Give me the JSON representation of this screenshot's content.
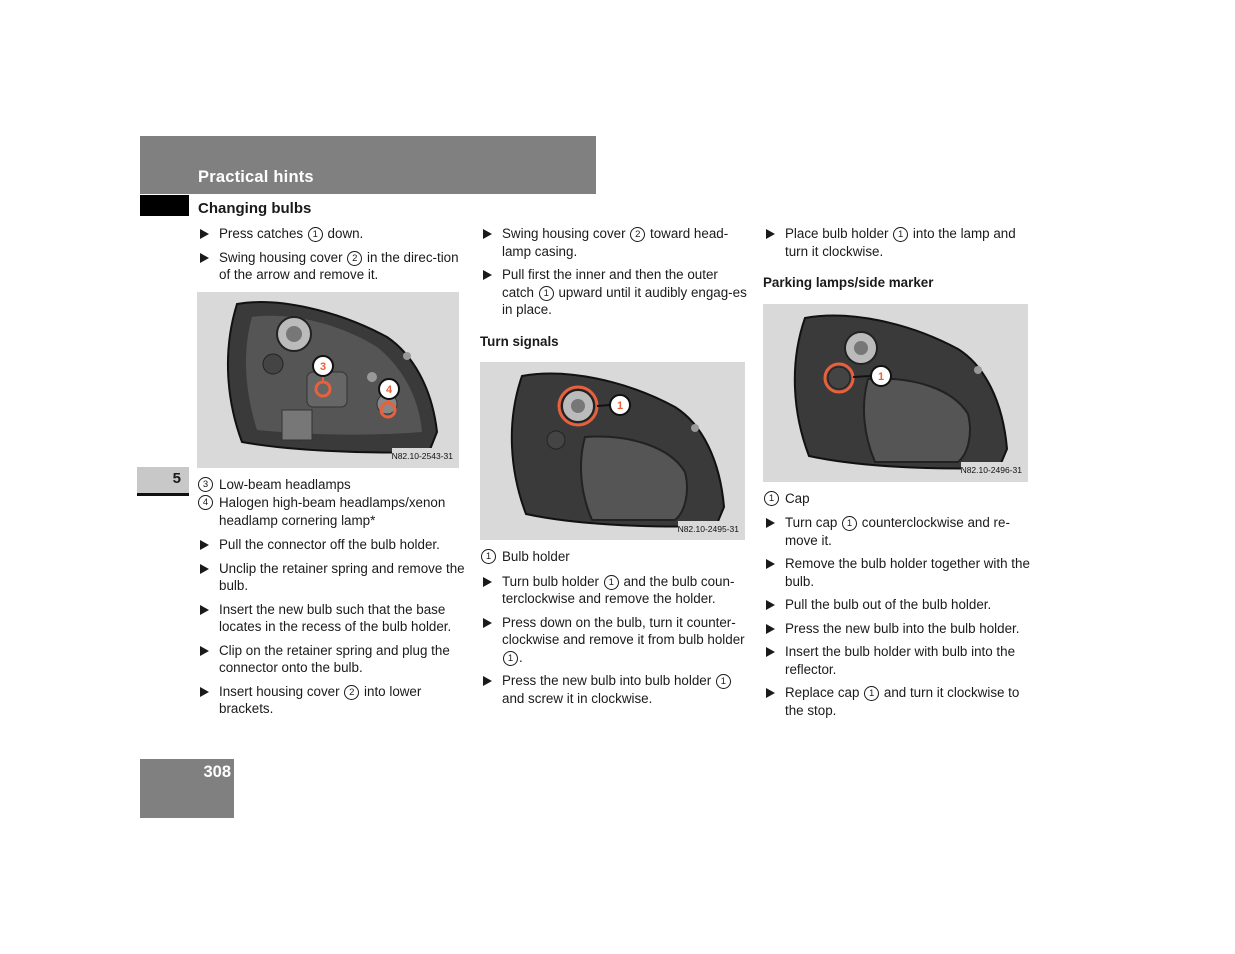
{
  "header": {
    "section_title": "Practical hints",
    "sub_title": "Changing bulbs"
  },
  "chapter_tab": "5",
  "page_number": "308",
  "col1": {
    "steps_before": [
      [
        "Press catches ",
        "1",
        " down."
      ],
      [
        "Swing housing cover ",
        "2",
        " in the direc-tion of the arrow and remove it."
      ]
    ],
    "figure": {
      "code": "N82.10-2543-31",
      "callouts": [
        "3",
        "4"
      ]
    },
    "legend": [
      {
        "num": "3",
        "text": "Low-beam headlamps"
      },
      {
        "num": "4",
        "text": "Halogen high-beam headlamps/xenon headlamp cornering lamp*"
      }
    ],
    "steps_after": [
      [
        "Pull the connector off the bulb holder."
      ],
      [
        "Unclip the retainer spring and remove the bulb."
      ],
      [
        "Insert the new bulb such that the base locates in the recess of the bulb holder."
      ],
      [
        "Clip on the retainer spring and plug the connector onto the bulb."
      ],
      [
        "Insert housing cover ",
        "2",
        " into lower brackets."
      ]
    ]
  },
  "col2": {
    "steps_before": [
      [
        "Swing housing cover ",
        "2",
        " toward head-lamp casing."
      ],
      [
        "Pull first the inner and then the outer catch ",
        "1",
        " upward until it audibly engag-es in place."
      ]
    ],
    "heading": "Turn signals",
    "figure": {
      "code": "N82.10-2495-31",
      "callouts": [
        "1"
      ]
    },
    "legend": [
      {
        "num": "1",
        "text": "Bulb holder"
      }
    ],
    "steps_after": [
      [
        "Turn bulb holder ",
        "1",
        " and the bulb coun-terclockwise and remove the holder."
      ],
      [
        "Press down on the bulb, turn it counter-clockwise and remove it from bulb holder ",
        "1",
        "."
      ],
      [
        "Press the new bulb into bulb holder ",
        "1",
        " and screw it in clockwise."
      ]
    ]
  },
  "col3": {
    "steps_before": [
      [
        "Place bulb holder ",
        "1",
        " into the lamp and turn it clockwise."
      ]
    ],
    "heading": "Parking lamps/side marker",
    "figure": {
      "code": "N82.10-2496-31",
      "callouts": [
        "1"
      ]
    },
    "legend": [
      {
        "num": "1",
        "text": "Cap"
      }
    ],
    "steps_after": [
      [
        "Turn cap ",
        "1",
        " counterclockwise and re-move it."
      ],
      [
        "Remove the bulb holder together with the bulb."
      ],
      [
        "Pull the bulb out of the bulb holder."
      ],
      [
        "Press the new bulb into the bulb holder."
      ],
      [
        "Insert the bulb holder with bulb into the reflector."
      ],
      [
        "Replace cap ",
        "1",
        " and turn it clockwise to the stop."
      ]
    ]
  },
  "colors": {
    "band": "#808080",
    "highlight": "#e8603c",
    "figure_bg": "#d9d9d9"
  }
}
